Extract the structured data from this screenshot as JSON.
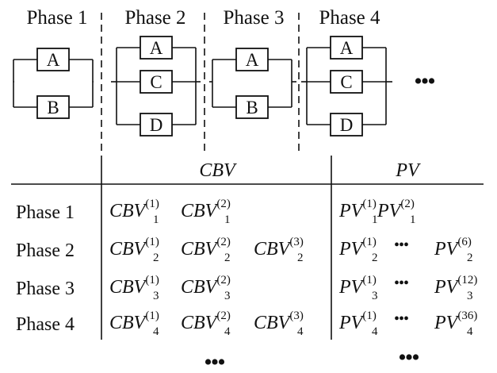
{
  "phases": [
    {
      "title": "Phase 1",
      "components": [
        "A",
        "B"
      ]
    },
    {
      "title": "Phase 2",
      "components": [
        "A",
        "C",
        "D"
      ]
    },
    {
      "title": "Phase 3",
      "components": [
        "A",
        "B"
      ]
    },
    {
      "title": "Phase 4",
      "components": [
        "A",
        "C",
        "D"
      ]
    }
  ],
  "more_phases": "•••",
  "table": {
    "headers": {
      "cbv": "CBV",
      "pv": "PV"
    },
    "rows": [
      {
        "label": "Phase 1",
        "cbv": [
          {
            "base": "CBV",
            "sub": "1",
            "sup": "(1)"
          },
          {
            "base": "CBV",
            "sub": "1",
            "sup": "(2)"
          }
        ],
        "pv": [
          {
            "base": "PV",
            "sub": "1",
            "sup": "(1)"
          },
          {
            "base": "PV",
            "sub": "1",
            "sup": "(2)"
          }
        ],
        "pv_ellipsis": false
      },
      {
        "label": "Phase 2",
        "cbv": [
          {
            "base": "CBV",
            "sub": "2",
            "sup": "(1)"
          },
          {
            "base": "CBV",
            "sub": "2",
            "sup": "(2)"
          },
          {
            "base": "CBV",
            "sub": "2",
            "sup": "(3)"
          }
        ],
        "pv": [
          {
            "base": "PV",
            "sub": "2",
            "sup": "(1)"
          },
          {
            "base": "PV",
            "sub": "2",
            "sup": "(6)"
          }
        ],
        "pv_ellipsis": true
      },
      {
        "label": "Phase 3",
        "cbv": [
          {
            "base": "CBV",
            "sub": "3",
            "sup": "(1)"
          },
          {
            "base": "CBV",
            "sub": "3",
            "sup": "(2)"
          }
        ],
        "pv": [
          {
            "base": "PV",
            "sub": "3",
            "sup": "(1)"
          },
          {
            "base": "PV",
            "sub": "3",
            "sup": "(12)"
          }
        ],
        "pv_ellipsis": true
      },
      {
        "label": "Phase 4",
        "cbv": [
          {
            "base": "CBV",
            "sub": "4",
            "sup": "(1)"
          },
          {
            "base": "CBV",
            "sub": "4",
            "sup": "(2)"
          },
          {
            "base": "CBV",
            "sub": "4",
            "sup": "(3)"
          }
        ],
        "pv": [
          {
            "base": "PV",
            "sub": "4",
            "sup": "(1)"
          },
          {
            "base": "PV",
            "sub": "4",
            "sup": "(36)"
          }
        ],
        "pv_ellipsis": true
      }
    ],
    "ellipsis": "•••"
  }
}
